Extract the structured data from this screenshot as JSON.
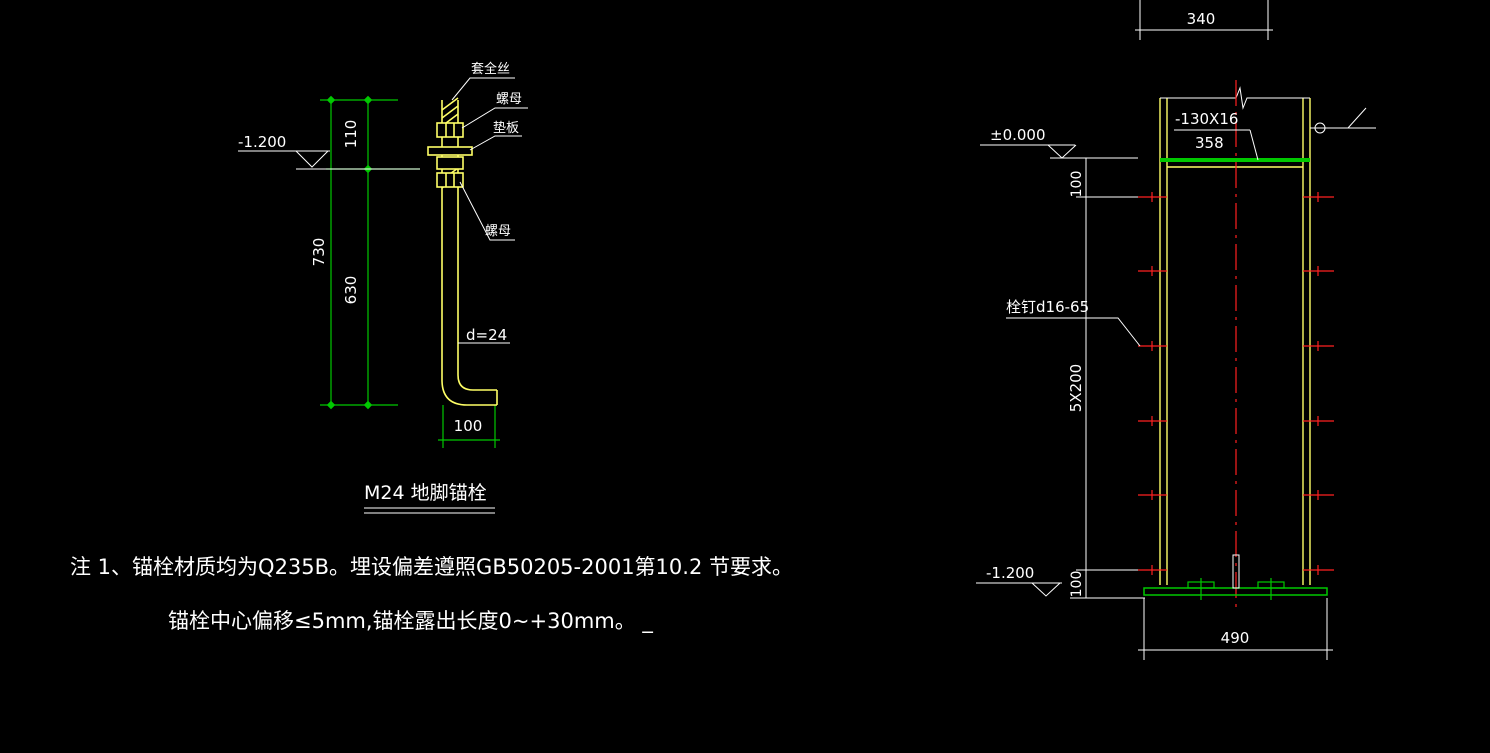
{
  "colors": {
    "background": "#000000",
    "dimension": "#00c800",
    "bolt": "#ffff66",
    "text": "#ffffff",
    "stud": "#ff0000",
    "centerline": "#ff0000",
    "plate": "#00c800"
  },
  "bolt_detail": {
    "labels": {
      "thread": "套全丝",
      "nut_top": "螺母",
      "washer": "垫板",
      "nut_bottom": "螺母",
      "diameter": "d=24"
    },
    "level": "-1.200",
    "dims": {
      "total": "730",
      "top": "110",
      "bottom": "630",
      "hook": "100"
    },
    "title": "M24 地脚锚栓"
  },
  "notes": {
    "line1": "注 1、锚栓材质均为Q235B。埋设偏差遵照GB50205-2001第10.2 节要求。",
    "line2": "锚栓中心偏移≤5mm,锚栓露出长度0~+30mm。 _"
  },
  "column_detail": {
    "top_width": "340",
    "plate_size": "-130X16",
    "plate_length": "358",
    "top_level": "±0.000",
    "stud_label": "栓钉d16-65",
    "dims": {
      "top_gap": "100",
      "stud_spacing": "5X200",
      "bottom_gap": "100"
    },
    "bottom_level": "-1.200",
    "base_width": "490"
  }
}
